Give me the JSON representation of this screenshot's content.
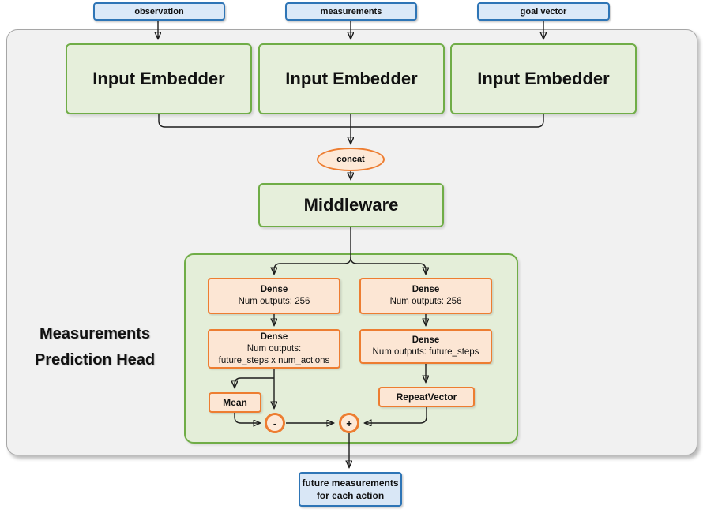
{
  "colors": {
    "green_border": "#70ad47",
    "green_fill": "#e6efdb",
    "orange_border": "#ed7d31",
    "orange_fill": "#fce6d4",
    "blue_border": "#2e75b6",
    "blue_fill": "#dbe9f8",
    "container_fill": "#f1f1f1",
    "line": "#1c1c1c"
  },
  "inputs": [
    {
      "label": "observation"
    },
    {
      "label": "measurements"
    },
    {
      "label": "goal vector"
    }
  ],
  "embedders": [
    {
      "label": "Input Embedder"
    },
    {
      "label": "Input Embedder"
    },
    {
      "label": "Input Embedder"
    }
  ],
  "concat": {
    "label": "concat"
  },
  "middleware": {
    "label": "Middleware"
  },
  "head": {
    "title_line1": "Measurements",
    "title_line2": "Prediction Head",
    "left": {
      "dense1": {
        "title": "Dense",
        "subtitle": "Num outputs: 256"
      },
      "dense2": {
        "title": "Dense",
        "subtitle": "Num outputs:",
        "subtitle2": "future_steps x num_actions"
      },
      "mean": {
        "label": "Mean"
      },
      "minus": {
        "label": "-"
      }
    },
    "right": {
      "dense1": {
        "title": "Dense",
        "subtitle": "Num outputs: 256"
      },
      "dense2": {
        "title": "Dense",
        "subtitle": "Num outputs: future_steps"
      },
      "repeat": {
        "label": "RepeatVector"
      },
      "plus": {
        "label": "+"
      }
    }
  },
  "output": {
    "line1": "future measurements",
    "line2": "for each action"
  }
}
